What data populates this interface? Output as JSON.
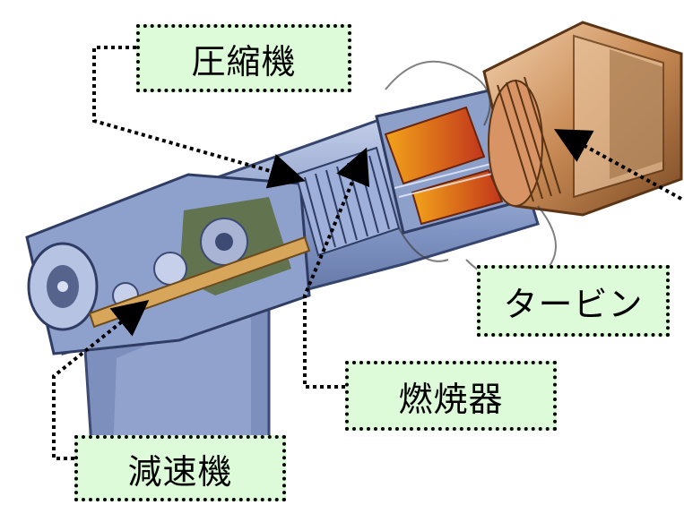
{
  "labels": {
    "compressor": "圧縮機",
    "turbine": "タービン",
    "combustor": "燃焼器",
    "reducer": "減速機"
  },
  "colors": {
    "label_background": "#ddfbd9",
    "leader_line": "#000000",
    "engine_casing": "#7f93bf",
    "combustor_flame": "#d9531f",
    "turbine_copper": "#c98b55",
    "gearbox_green": "#5b6b3a"
  },
  "illustration": "gas-turbine-cutaway"
}
